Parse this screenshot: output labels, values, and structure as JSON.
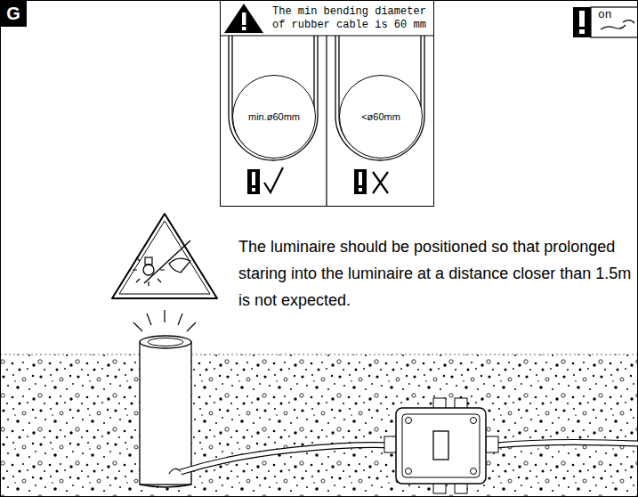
{
  "diagram": {
    "nodes": [
      {
        "text": [
          "The min bending diameter of rubber cable is 60 mm"
        ]
      },
      {
        "text": [
          "min.ø60mm"
        ],
        "in": 0
      },
      {
        "text": [
          "<ø60mm"
        ],
        "in": 0
      }
    ],
    "labels": [
      "G",
      "on",
      "The luminaire should be positioned so that prolonged staring into the luminaire at a distance closer than 1.5m is not expected."
    ]
  }
}
